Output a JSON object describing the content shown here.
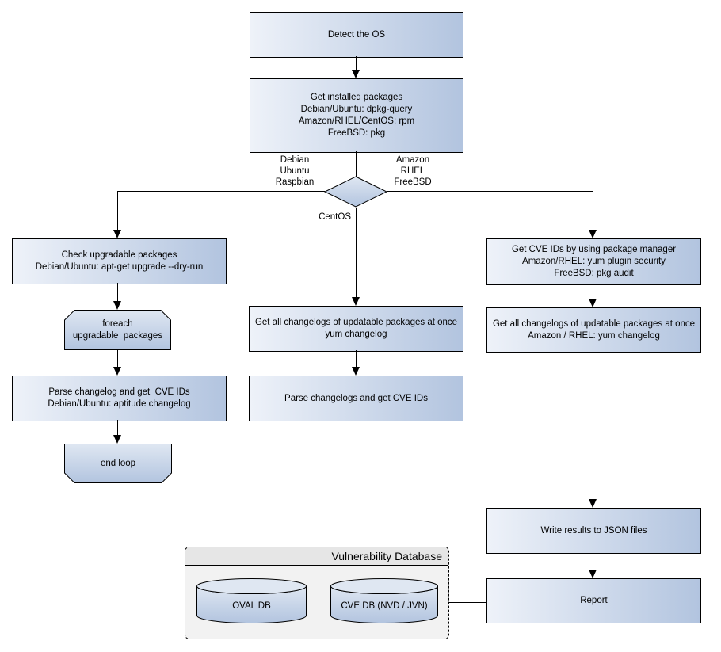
{
  "nodes": {
    "detect_os": "Detect the OS",
    "get_installed_packages": "Get installed packages\nDebian/Ubuntu: dpkg-query\nAmazon/RHEL/CentOS: rpm\nFreeBSD: pkg",
    "check_upgradable": "Check upgradable packages\nDebian/Ubuntu: apt-get upgrade --dry-run",
    "foreach_loop": "foreach\nupgradable  packages",
    "parse_changelog_left": "Parse changelog and get  CVE IDs\nDebian/Ubuntu: aptitude changelog",
    "end_loop": "end loop",
    "get_changelogs_centos": "Get all changelogs of updatable packages at once\nyum changelog",
    "parse_changelogs_centos": "Parse changelogs and get CVE IDs",
    "get_cve_ids_pkg_manager": "Get CVE IDs by using package manager\nAmazon/RHEL: yum plugin security\nFreeBSD: pkg audit",
    "get_changelogs_amazon_rhel": "Get all changelogs of updatable packages at once\nAmazon / RHEL: yum changelog",
    "write_results": "Write results to JSON files",
    "report": "Report"
  },
  "edge_labels": {
    "left_branch": "Debian\nUbuntu\nRaspbian",
    "right_branch": "Amazon\nRHEL\nFreeBSD",
    "bottom_branch": "CentOS"
  },
  "database": {
    "title": "Vulnerability Database",
    "cylinders": [
      "OVAL DB",
      "CVE DB (NVD / JVN)"
    ]
  },
  "colors": {
    "node_fill_light": "#eef2f9",
    "node_fill_mid": "#dfe7f2",
    "node_fill_dark": "#b2c4df",
    "node_border": "#000000",
    "container_header": "#e6e6e6",
    "container_body": "#f2f2f2",
    "connector": "#000000"
  }
}
